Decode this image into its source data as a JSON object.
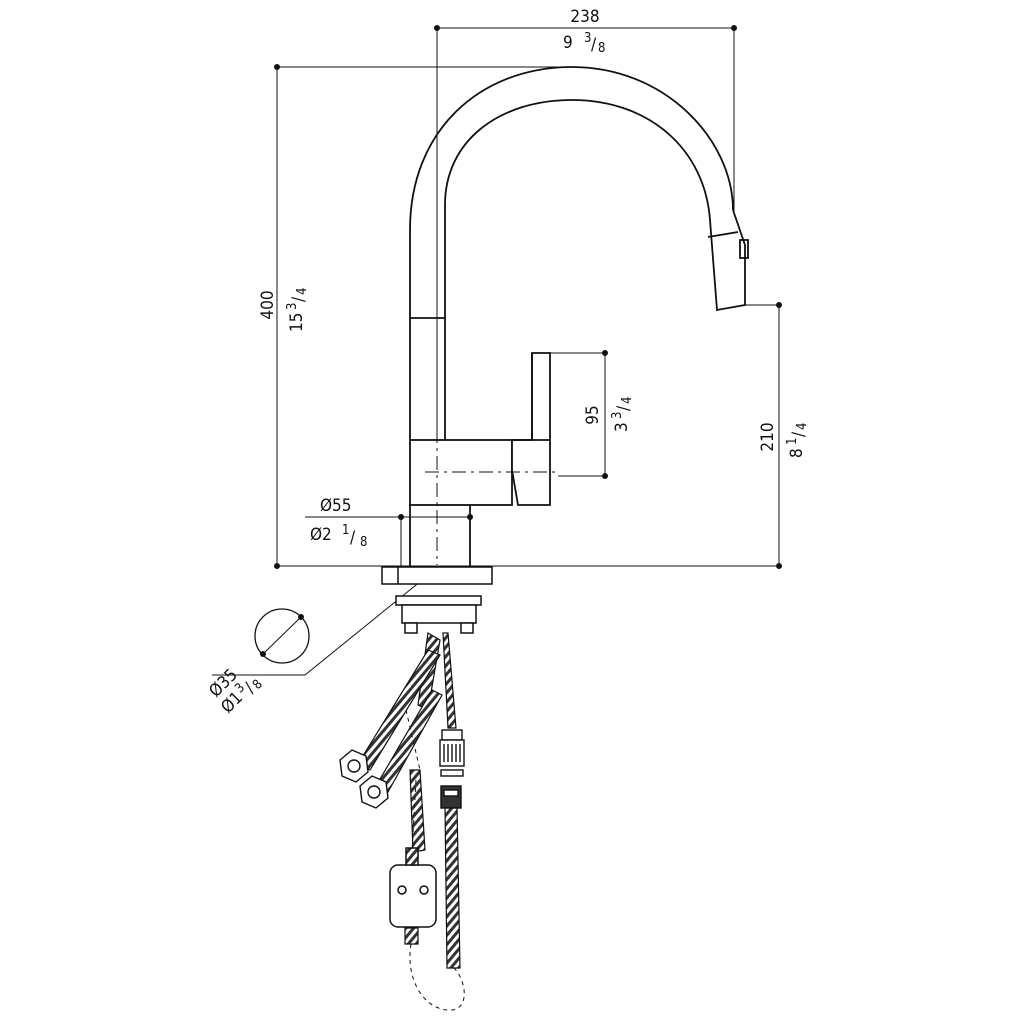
{
  "drawing": {
    "dimensions": {
      "width": {
        "mm": "238",
        "inch_whole": "9",
        "inch_num": "3",
        "inch_den": "8"
      },
      "height": {
        "mm": "400",
        "inch_whole": "15",
        "inch_num": "3",
        "inch_den": "4"
      },
      "lever": {
        "mm": "95",
        "inch_whole": "3",
        "inch_num": "3",
        "inch_den": "4"
      },
      "spout_clearance": {
        "mm": "210",
        "inch_whole": "8",
        "inch_num": "1",
        "inch_den": "4"
      },
      "body_diameter": {
        "mm": "Ø55",
        "inch_whole": "Ø2",
        "inch_num": "1",
        "inch_den": "8"
      },
      "hole_diameter": {
        "mm": "Ø35",
        "inch_whole": "Ø1",
        "inch_num": "3",
        "inch_den": "8"
      }
    },
    "colors": {
      "line": "#111111",
      "hose_fill": "#555555",
      "paper": "#ffffff"
    }
  }
}
